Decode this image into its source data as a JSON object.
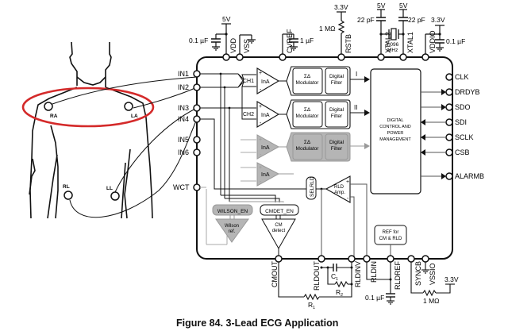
{
  "figure": {
    "caption": "Figure 84.  3-Lead ECG Application"
  },
  "body": {
    "electrodes": {
      "ra": "RA",
      "la": "LA",
      "rl": "RL",
      "ll": "LL"
    },
    "highlight_color": "#d42a2a"
  },
  "chip": {
    "left_pins": [
      "IN1",
      "IN2",
      "IN3",
      "IN4",
      "IN5",
      "IN6",
      "WCT"
    ],
    "right_pins": [
      "CLK",
      "DRDYB",
      "SDO",
      "SDI",
      "SCLK",
      "CSB",
      "ALARMB"
    ],
    "top_pins": [
      "VDD",
      "VSS",
      "CVREF",
      "RSTB",
      "XTAL2",
      "XTAL1",
      "VDDIO"
    ],
    "bottom_pins": [
      "CMOUT",
      "RLDOUT",
      "RLDINV",
      "RLDIN",
      "RLDREF",
      "SYNCB",
      "VSSIO"
    ],
    "channels": [
      {
        "mux": "CH1",
        "amp": "InA",
        "modulator_sym": "ΣΔ",
        "modulator": "Modulator",
        "filter1": "Digital",
        "filter2": "Filter",
        "out": "I"
      },
      {
        "mux": "CH2",
        "amp": "InA",
        "modulator_sym": "ΣΔ",
        "modulator": "Modulator",
        "filter1": "Digital",
        "filter2": "Filter",
        "out": "II"
      },
      {
        "mux": "",
        "amp": "InA",
        "modulator_sym": "ΣΔ",
        "modulator": "Modulator",
        "filter1": "Digital",
        "filter2": "Filter",
        "out": ""
      }
    ],
    "extra_amp": "InA",
    "digital_block": [
      "DIGITAL",
      "CONTROL AND",
      "POWER",
      "MANAGEMENT"
    ],
    "sel_rld": "SELRLD",
    "rld_amp": [
      "RLD",
      "Amp."
    ],
    "wilson_en": "WILSON_EN",
    "wilson_ref": [
      "Wilson",
      "ref."
    ],
    "cmdet_en": "CMDET_EN",
    "cm_detect": [
      "CM",
      "detect"
    ],
    "ref_block": [
      "REF for",
      "CM & RLD"
    ],
    "plus": "+",
    "minus": "-"
  },
  "components": {
    "vdd_supply": "5V",
    "vdd_cap": "0.1 µF",
    "cvref_cap": "1 µF",
    "rstb_supply": "3.3V",
    "rstb_res": "1 MΩ",
    "xtal2_supply": "5V",
    "xtal1_supply": "5V",
    "xtal2_cap": "22 pF",
    "xtal1_cap": "22 pF",
    "crystal1": "4.096",
    "crystal2": "MHz",
    "vddio_supply": "3.3V",
    "vddio_cap": "0.1 µF",
    "c1": "C",
    "c1_sub": "1",
    "r1": "R",
    "r1_sub": "1",
    "r2": "R",
    "r2_sub": "2",
    "rldref_cap": "0.1 µF",
    "syncb_res": "1 MΩ",
    "syncb_supply": "3.3V"
  }
}
